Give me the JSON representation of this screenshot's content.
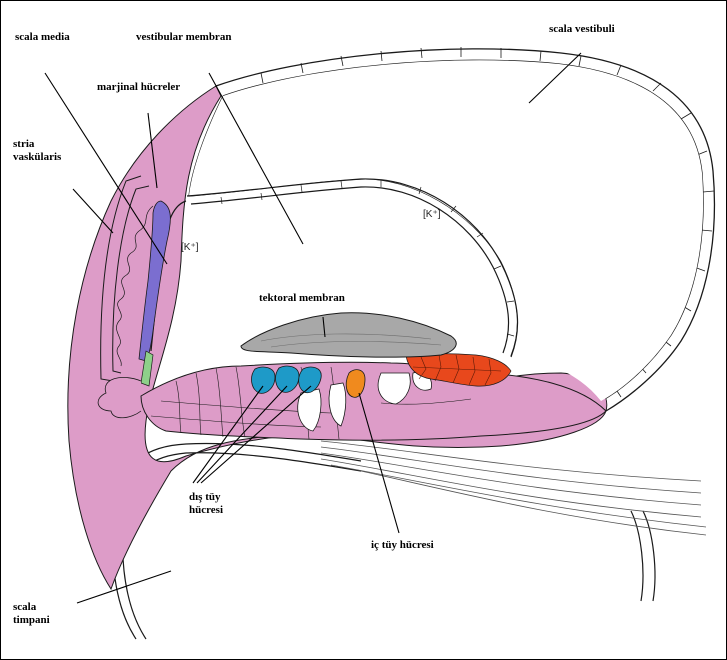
{
  "diagram": {
    "labels": {
      "scala_media": "scala media",
      "vestibular_membran": "vestibular membran",
      "scala_vestibuli": "scala vestibuli",
      "marjinal_hucreler": "marjinal hücreler",
      "stria_line1": "stria",
      "stria_line2": "vaskülaris",
      "tektoral_membran": "tektoral membran",
      "dis_tuy_line1": "dış tüy",
      "dis_tuy_line2": "hücresi",
      "ic_tuy_hucresi": "iç tüy hücresi",
      "scala_timpani_line1": "scala",
      "scala_timpani_line2": "timpani"
    },
    "ion_labels": {
      "scala_media_k": "[K⁺]",
      "scala_vestibuli_k": "[K⁺]"
    },
    "colors": {
      "tissue_pink": "#dd9cc8",
      "marginal_cells": "#7b6ed0",
      "outer_hair_cells": "#1e9ac8",
      "inner_hair_cell": "#f08a1e",
      "hensen_cells": "#e8481c",
      "tectorial": "#a8a8a8",
      "green_cells": "#8ed08a",
      "outline": "#1a1a1a"
    }
  }
}
